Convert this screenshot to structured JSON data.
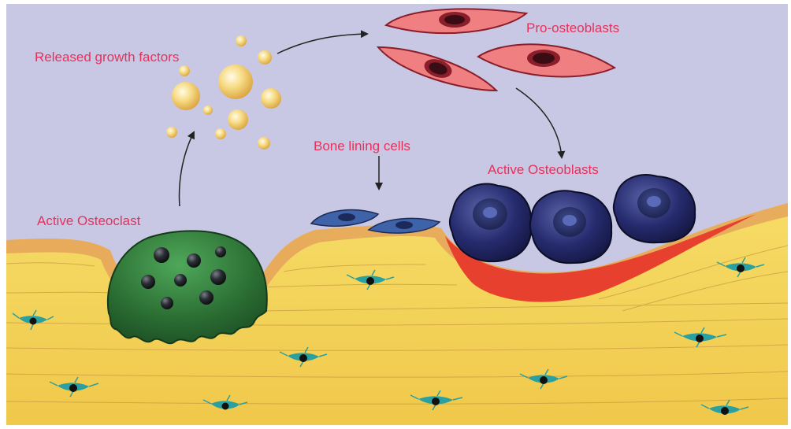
{
  "labels": {
    "growth_factors": "Released growth factors",
    "pro_osteoblasts": "Pro-osteoblasts",
    "bone_lining_cells": "Bone lining cells",
    "active_osteoblasts": "Active Osteoblasts",
    "active_osteoclast": "Active Osteoclast"
  },
  "colors": {
    "background": "#c9c8e4",
    "bone": "#f2d253",
    "bone_edge": "#e2a85a",
    "osteoid": "#e8402e",
    "label": "#e8305a",
    "osteoclast": "#2f7a3a",
    "osteoblast": "#1e2260",
    "pro_osteoblast": "#f07f82",
    "lining_cell": "#3e63a8",
    "growth_factor": "#f7d57a",
    "osteocyte": "#2aa0a0"
  }
}
